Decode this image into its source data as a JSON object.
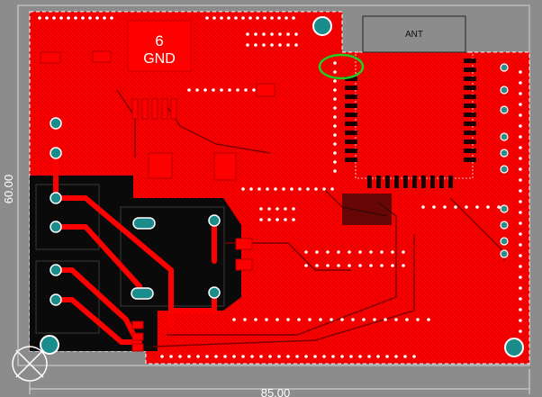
{
  "board": {
    "gnd_pad_number": "6",
    "gnd_pad_label": "GND",
    "antenna_label": "ANT",
    "dim_width": "85.00",
    "dim_height": "60.00"
  },
  "colors": {
    "background": "#8c8c8c",
    "copper": "#ff0000",
    "copper_dark": "#c80000",
    "pad_teal": "#1a8c8c",
    "keepout_black": "#0a0a0a",
    "highlight_ring": "#22cc22"
  }
}
